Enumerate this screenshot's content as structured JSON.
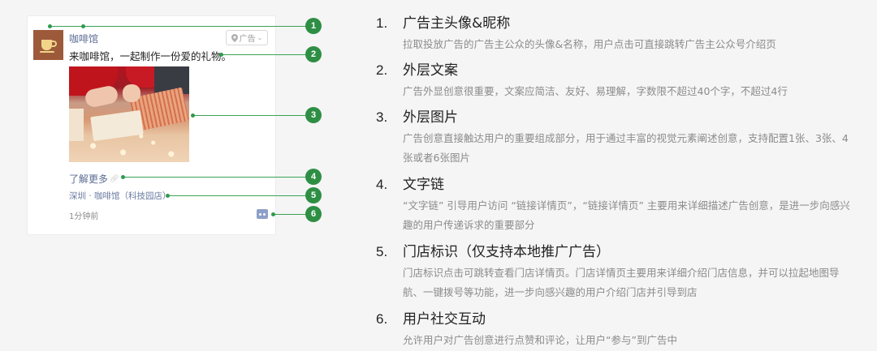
{
  "ad_card": {
    "avatar_icon": "coffee-cup-icon",
    "nickname": "咖啡馆",
    "ad_tag": {
      "icon": "location-pin-icon",
      "label": "广告",
      "chevron": "chevron-down-icon"
    },
    "copy": "来咖啡馆，一起制作一份爱的礼物。",
    "image_alt": "gift wrapping photo",
    "learn_more": "了解更多",
    "learn_more_icon": "link-icon",
    "store": "深圳 · 咖啡馆（科技园店）",
    "time": "1分钟前",
    "comment_icon": "comment-icon"
  },
  "markers": [
    "1",
    "2",
    "3",
    "4",
    "5",
    "6"
  ],
  "colors": {
    "marker_green": "#2e8f44",
    "link_blue": "#5b6b93",
    "avatar_brown": "#9c5a3a"
  },
  "specs": [
    {
      "num": "1.",
      "title": "广告主头像&昵称",
      "desc": "拉取投放广告的广告主公众的头像&名称，用户点击可直接跳转广告主公众号介绍页"
    },
    {
      "num": "2.",
      "title": "外层文案",
      "desc": "广告外显创意很重要，文案应简洁、友好、易理解，字数限不超过40个字，不超过4行"
    },
    {
      "num": "3.",
      "title": "外层图片",
      "desc": "广告创意直接触达用户的重要组成部分，用于通过丰富的视觉元素阐述创意，支持配置1张、3张、4张或者6张图片"
    },
    {
      "num": "4.",
      "title": "文字链",
      "desc": "“文字链” 引导用户访问 “链接详情页”，“链接详情页” 主要用来详细描述广告创意，是进一步向感兴趣的用户传递诉求的重要部分"
    },
    {
      "num": "5.",
      "title": "门店标识（仅支持本地推广广告）",
      "desc": "门店标识点击可跳转查看门店详情页。门店详情页主要用来详细介绍门店信息，并可以拉起地图导航、一键拨号等功能，进一步向感兴趣的用户介绍门店并引导到店"
    },
    {
      "num": "6.",
      "title": "用户社交互动",
      "desc": "允许用户对广告创意进行点赞和评论，让用户“参与”到广告中"
    }
  ]
}
